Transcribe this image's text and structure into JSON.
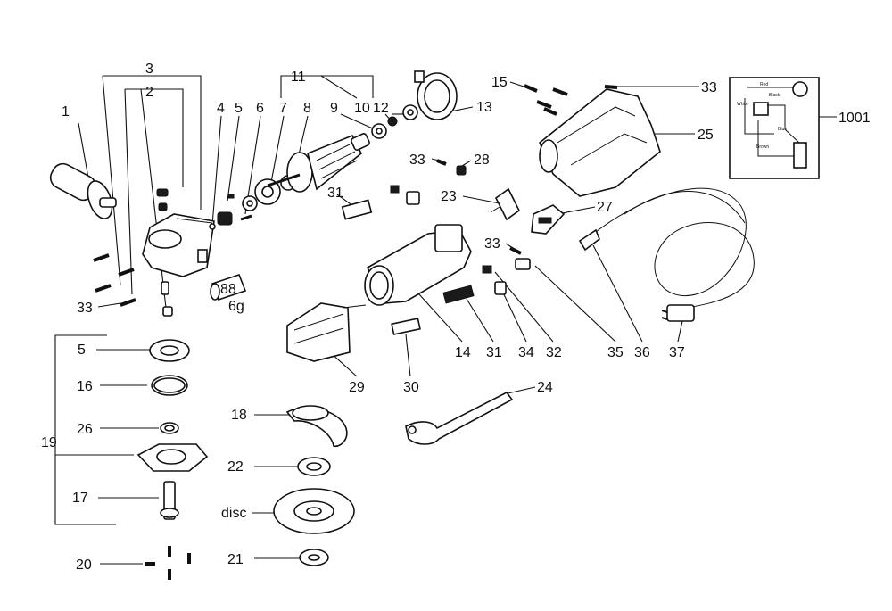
{
  "labels": {
    "l1": "1",
    "l2": "2",
    "l3": "3",
    "l4": "4",
    "l5a": "5",
    "l6": "6",
    "l7": "7",
    "l8": "8",
    "l9": "9",
    "l10": "10",
    "l11": "11",
    "l12": "12",
    "l13": "13",
    "l15": "15",
    "l33a": "33",
    "l33b": "33",
    "l33c": "33",
    "l33d": "33",
    "l25": "25",
    "l1001": "1001",
    "l28": "28",
    "l23": "23",
    "l31a": "31",
    "l27": "27",
    "l88": "88",
    "l6g": "6g",
    "l14": "14",
    "l31b": "31",
    "l34": "34",
    "l32": "32",
    "l35": "35",
    "l36": "36",
    "l37": "37",
    "l29": "29",
    "l30": "30",
    "l5b": "5",
    "l16": "16",
    "l26": "26",
    "l19": "19",
    "l17": "17",
    "l20": "20",
    "l18": "18",
    "l22": "22",
    "ldisc": "disc",
    "l21": "21",
    "l24": "24"
  },
  "schematic": {
    "t_red": "Red",
    "t_black": "Black",
    "t_white": "White",
    "t_blue": "Blue",
    "t_brown": "Brown"
  },
  "colors": {
    "ink": "#111111",
    "paper": "#ffffff"
  }
}
